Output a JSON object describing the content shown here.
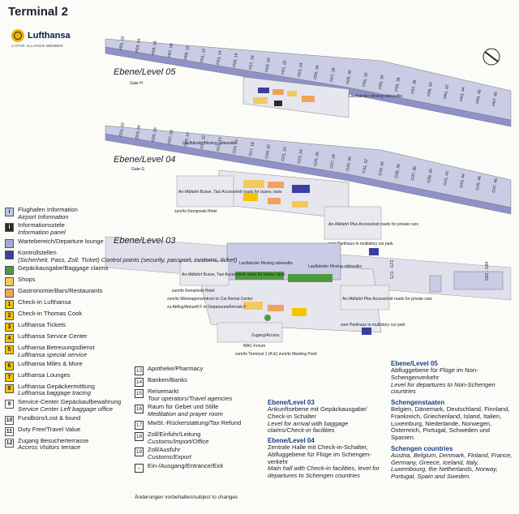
{
  "title": "Terminal 2",
  "logo": {
    "name": "Lufthansa",
    "tagline": "A STAR ALLIANCE MEMBER"
  },
  "levels_map": {
    "level05": {
      "label": "Ebene/Level 05",
      "sub": "Gate H",
      "corridor": "Laufbänder Moving sidewalks"
    },
    "level04": {
      "label": "Ebene/Level 04",
      "sub": "Gate G",
      "corridor": "Laufbänder Moving sidewalks"
    },
    "level03": {
      "label": "Ebene/Level 03",
      "corridor1": "Laufbänder Moving sidewalks",
      "corridor2": "Laufbänder Moving sidewalks"
    },
    "gates_h": [
      "H01, 02",
      "H03, 04",
      "H05, 06",
      "H07, 08",
      "H09, 10",
      "H11, 12",
      "H13, 14",
      "H15, 16",
      "H17, 18",
      "H19, 20",
      "H21, 22",
      "H23, 24",
      "H25, 26",
      "H27, 28",
      "H29, 30",
      "H31, 32",
      "H33, 34",
      "H35, 36",
      "H37, 38",
      "H39, 40",
      "H41, 42",
      "H43, 44",
      "H45, 46",
      "H47, 48"
    ],
    "gates_g": [
      "G01, 02",
      "G03, 04",
      "G05, 06",
      "G07, 08",
      "G09, 10",
      "G11, 12",
      "G13, 14",
      "G15, 16",
      "G17, 18",
      "G19, 20",
      "G21, 22",
      "G23, 24",
      "G25, 26",
      "G27, 28",
      "G29, 30",
      "G31, 32",
      "G33, 34",
      "G35, 36",
      "G37, 38",
      "G39, 40",
      "G41, 42",
      "G43, 44",
      "G45, 46",
      "G47, 48"
    ],
    "gates_l3": [
      "G71 - G72",
      "G81 - G84"
    ],
    "annot_bus4": "An-/Abfahrt Busse, Taxi Access/exit roads for buses, taxis",
    "annot_kemp4": "zum/to Kempinski Hotel",
    "annot_pkw4": "An-/Abfahrt Pkw Access/exit roads for private cars",
    "annot_park4": "zum Parkhaus to multistory car park",
    "annot_bus3": "An-/Abfahrt Busse, Taxi Access/exit roads for buses, taxis",
    "annot_kemp3": "zum/to Kempinski Hotel",
    "annot_car3": "zum/to Mietwagenzentrum to Car Rental Center",
    "annot_abflug": "zu Abflug/Ankunft F to Departures/Arrivals F",
    "annot_pkw3": "An-/Abfahrt Pkw Access/exit roads for private cars",
    "annot_park3": "zum Parkhaus to multistory car park",
    "annot_access": "Zugang/Access",
    "annot_mac": "MAC-Forum",
    "annot_t1": "zum/to Terminal 1 (A-E) zum/to Meeting Point"
  },
  "legend": [
    {
      "de": "Flughafen Information",
      "en": "Airport Information",
      "color": "#b9c8e6",
      "sym": "i"
    },
    {
      "de": "Informationsstele",
      "en": "Information panel",
      "color": "#2a2a2a",
      "sym": "i"
    },
    {
      "de": "Wartebereich/Departure lounge",
      "en": "",
      "color": "#a9abd6",
      "sym": ""
    },
    {
      "de": "Kontrollstellen",
      "en": "(Sicherheit, Pass, Zoll, Ticket) Control points (security, passport, customs, ticket)",
      "color": "#3b3fa0",
      "sym": ""
    },
    {
      "de": "Gepäckausgabe/Baggage claims",
      "en": "",
      "color": "#4f9a3f",
      "sym": ""
    },
    {
      "de": "Shops",
      "en": "",
      "color": "#f4c95d",
      "sym": ""
    },
    {
      "de": "Gastronomie/Bars/Restaurants",
      "en": "",
      "color": "#f2a35b",
      "sym": ""
    },
    {
      "de": "Check-in Lufthansa",
      "en": "",
      "color": "#f5c400",
      "sym": "1"
    },
    {
      "de": "Check-in Thomas Cook",
      "en": "",
      "color": "#f5c400",
      "sym": "2"
    },
    {
      "de": "Lufthansa Tickets",
      "en": "",
      "color": "#f5c400",
      "sym": "3"
    },
    {
      "de": "Lufthansa Service Center",
      "en": "",
      "color": "#f5c400",
      "sym": "4"
    },
    {
      "de": "Lufthansa Betreuungsdienst",
      "en": "Lufthansa special service",
      "color": "#f5c400",
      "sym": "5"
    },
    {
      "de": "Lufthansa Miles & More",
      "en": "",
      "color": "#f5c400",
      "sym": "6"
    },
    {
      "de": "Lufthansa Lounges",
      "en": "",
      "color": "#f5c400",
      "sym": "7"
    },
    {
      "de": "Lufthansa Gepäckermittlung",
      "en": "Lufthansa baggage tracing",
      "color": "#f5c400",
      "sym": "8"
    },
    {
      "de": "Service-Center Gepäckaufbewahrung",
      "en": "Service Center Left baggage office",
      "color": "#ffffff",
      "sym": "9"
    },
    {
      "de": "Fundbüro/Lost & found",
      "en": "",
      "color": "#ffffff",
      "sym": "10"
    },
    {
      "de": "Duty Free/Travel Value",
      "en": "",
      "color": "#ffffff",
      "sym": "11"
    },
    {
      "de": "Zugang Besucherterrasse",
      "en": "Access Visitors terrace",
      "color": "#ffffff",
      "sym": "12"
    }
  ],
  "legend2": [
    {
      "num": "13",
      "de": "Apotheke/Pharmacy",
      "en": ""
    },
    {
      "num": "14",
      "de": "Banken/Banks",
      "en": ""
    },
    {
      "num": "15",
      "de": "Reisemarkt",
      "en": "Tour operators/Travel agencies"
    },
    {
      "num": "16",
      "de": "Raum für Gebet und Stille",
      "en": "Meditation and prayer room"
    },
    {
      "num": "17",
      "de": "MwSt.-Rückerstattung/Tax Refund",
      "en": ""
    },
    {
      "num": "18",
      "de": "Zoll/Einfuhr/Leitung",
      "en": "Customs/Import/Office"
    },
    {
      "num": "19",
      "de": "Zoll/Ausfuhr",
      "en": "Customs/Export"
    },
    {
      "num": "↔",
      "de": "Ein-/Ausgang/Entrance/Exit",
      "en": ""
    }
  ],
  "footnote": "Änderungen vorbehalten/subject to changes",
  "level_info": {
    "l03_title": "Ebene/Level 03",
    "l03_de": "Ankunftsebene mit Gepäckausgabe/ Check-in Schalter",
    "l03_en": "Level for arrival with baggage claims/Check-in facilities",
    "l04_title": "Ebene/Level 04",
    "l04_de": "Zentrale Halle mit Check-in-Schalter, Abfluggebene für Flüge im Schengen-verkehr",
    "l04_en": "Main hall with Check-in facilities, level for departures to Schengen countries"
  },
  "right_info": {
    "l05_title": "Ebene/Level 05",
    "l05_de": "Abfluggebene für Flüge im Non-Schengenverkehr",
    "l05_en": "Level for departures to Non-Schengen countries",
    "sch_title_de": "Schengenstaaten",
    "sch_de": "Belgien, Dänemark, Deutschland, Finnland, Frankreich, Griechenland, Island, Italien, Luxemburg, Niederlande, Norwegen, Österreich, Portugal, Schweden und Spanien.",
    "sch_title_en": "Schengen countries",
    "sch_en": "Austria, Belgium, Denmark, Finland, France, Germany, Greece, Iceland, Italy, Luxembourg, the Netherlands, Norway, Portugal, Spain and Sweden."
  }
}
